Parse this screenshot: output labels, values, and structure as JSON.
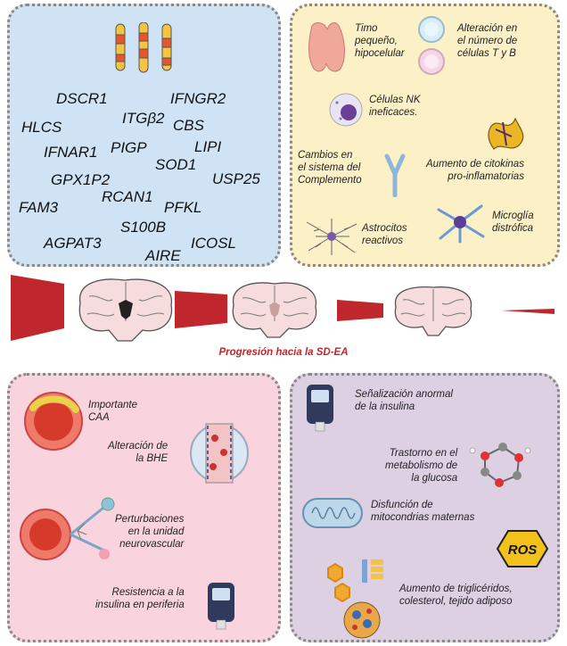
{
  "genes": [
    "DSCR1",
    "IFNGR2",
    "HLCS",
    "ITGβ2",
    "CBS",
    "IFNAR1",
    "PIGP",
    "LIPI",
    "SOD1",
    "GPX1P2",
    "USP25",
    "RCAN1",
    "FAM3",
    "PFKL",
    "S100B",
    "AGPAT3",
    "ICOSL",
    "AIRE"
  ],
  "immune": {
    "timo": "Timo\npequeño,\nhipocelular",
    "celulas_tb": "Alteración en\nel número de\ncélulas T y B",
    "nk": "Células NK\nineficaces.",
    "complemento": "Cambios en\nel sistema del\nComplemento",
    "citokinas": "Aumento de citokinas\npro-inflamatorias",
    "astrocitos": "Astrocitos\nreactivos",
    "microglia": "Microglía\ndistrófica"
  },
  "progression_label": "Progresión hacia la SD-EA",
  "vascular": {
    "caa": "Importante\nCAA",
    "bhe": "Alteración de\nla BHE",
    "unidad": "Perturbaciones\nen la unidad\nneurovascular",
    "resistencia": "Resistencia a la\ninsulina en periferia"
  },
  "metabolic": {
    "insulina": "Señalización anormal\nde la insulina",
    "glucosa": "Trastorno en el\nmetabolismo de\nla glucosa",
    "mitocondrias": "Disfunción de\nmitocondrias maternas",
    "ros": "ROS",
    "trigliceridos": "Aumento de triglicéridos,\ncolesterol, tejido adiposo"
  },
  "colors": {
    "genes_bg": "#cfe3f5",
    "immune_bg": "#fbf0c6",
    "vascular_bg": "#f9d3de",
    "metab_bg": "#ddd0e3",
    "accent": "#c0272d"
  }
}
